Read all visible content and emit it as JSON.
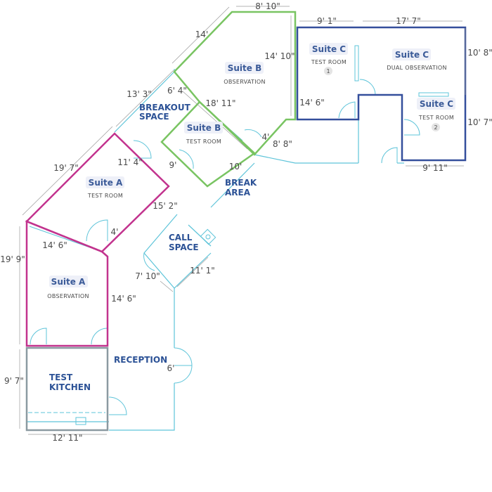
{
  "rooms": {
    "suite_a_test": {
      "title": "Suite A",
      "sub": "TEST ROOM"
    },
    "suite_a_obs": {
      "title": "Suite A",
      "sub": "OBSERVATION"
    },
    "suite_b_obs": {
      "title": "Suite B",
      "sub": "OBSERVATION"
    },
    "suite_b_test": {
      "title": "Suite B",
      "sub": "TEST ROOM"
    },
    "suite_c_test1": {
      "title": "Suite C",
      "sub": "TEST ROOM",
      "badge": "1"
    },
    "suite_c_dual": {
      "title": "Suite C",
      "sub": "DUAL OBSERVATION"
    },
    "suite_c_test2": {
      "title": "Suite C",
      "sub": "TEST ROOM",
      "badge": "2"
    }
  },
  "areas": {
    "breakout_1": "BREAKOUT",
    "breakout_2": "SPACE",
    "break_1": "BREAK",
    "break_2": "AREA",
    "call_1": "CALL",
    "call_2": "SPACE",
    "reception": "RECEPTION",
    "kitchen_1": "TEST",
    "kitchen_2": "KITCHEN"
  },
  "dimensions": {
    "d_8_10": "8' 10\"",
    "d_14": "14'",
    "d_14_10": "14' 10\"",
    "d_9_1": "9' 1\"",
    "d_17_7": "17' 7\"",
    "d_10_8": "10' 8\"",
    "d_14_6_c": "14' 6\"",
    "d_10_7": "10' 7\"",
    "d_9_11": "9' 11\"",
    "d_13_3": "13' 3\"",
    "d_6_4": "6' 4\"",
    "d_18_11": "18' 11\"",
    "d_4_b": "4'",
    "d_8_8": "8' 8\"",
    "d_9": "9'",
    "d_10": "10'",
    "d_19_7": "19' 7\"",
    "d_11_4": "11' 4\"",
    "d_15_2": "15' 2\"",
    "d_4_a": "4'",
    "d_14_6_a": "14' 6\"",
    "d_19_9": "19' 9\"",
    "d_14_6_r": "14' 6\"",
    "d_7_10": "7' 10\"",
    "d_11_1": "11' 1\"",
    "d_6": "6'",
    "d_9_7": "9' 7\"",
    "d_12_11": "12' 11\""
  },
  "colors": {
    "suite_a": "#c2338e",
    "suite_b": "#79c462",
    "suite_c": "#344f9c",
    "kitchen": "#8b9aa1",
    "walls": "#5ec4d9"
  }
}
